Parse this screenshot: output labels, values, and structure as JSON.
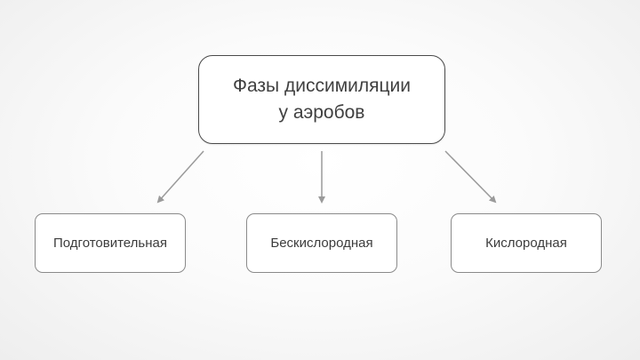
{
  "diagram": {
    "root": {
      "label": "Фазы диссимиляции\nу аэробов"
    },
    "children": [
      {
        "label": "Подготовительная"
      },
      {
        "label": "Бескислородная"
      },
      {
        "label": "Кислородная"
      }
    ],
    "colors": {
      "arrow": "#9a9a9a",
      "root_border": "#4a4a4a",
      "child_border": "#8a8a8a",
      "text": "#3a3a3a"
    }
  }
}
